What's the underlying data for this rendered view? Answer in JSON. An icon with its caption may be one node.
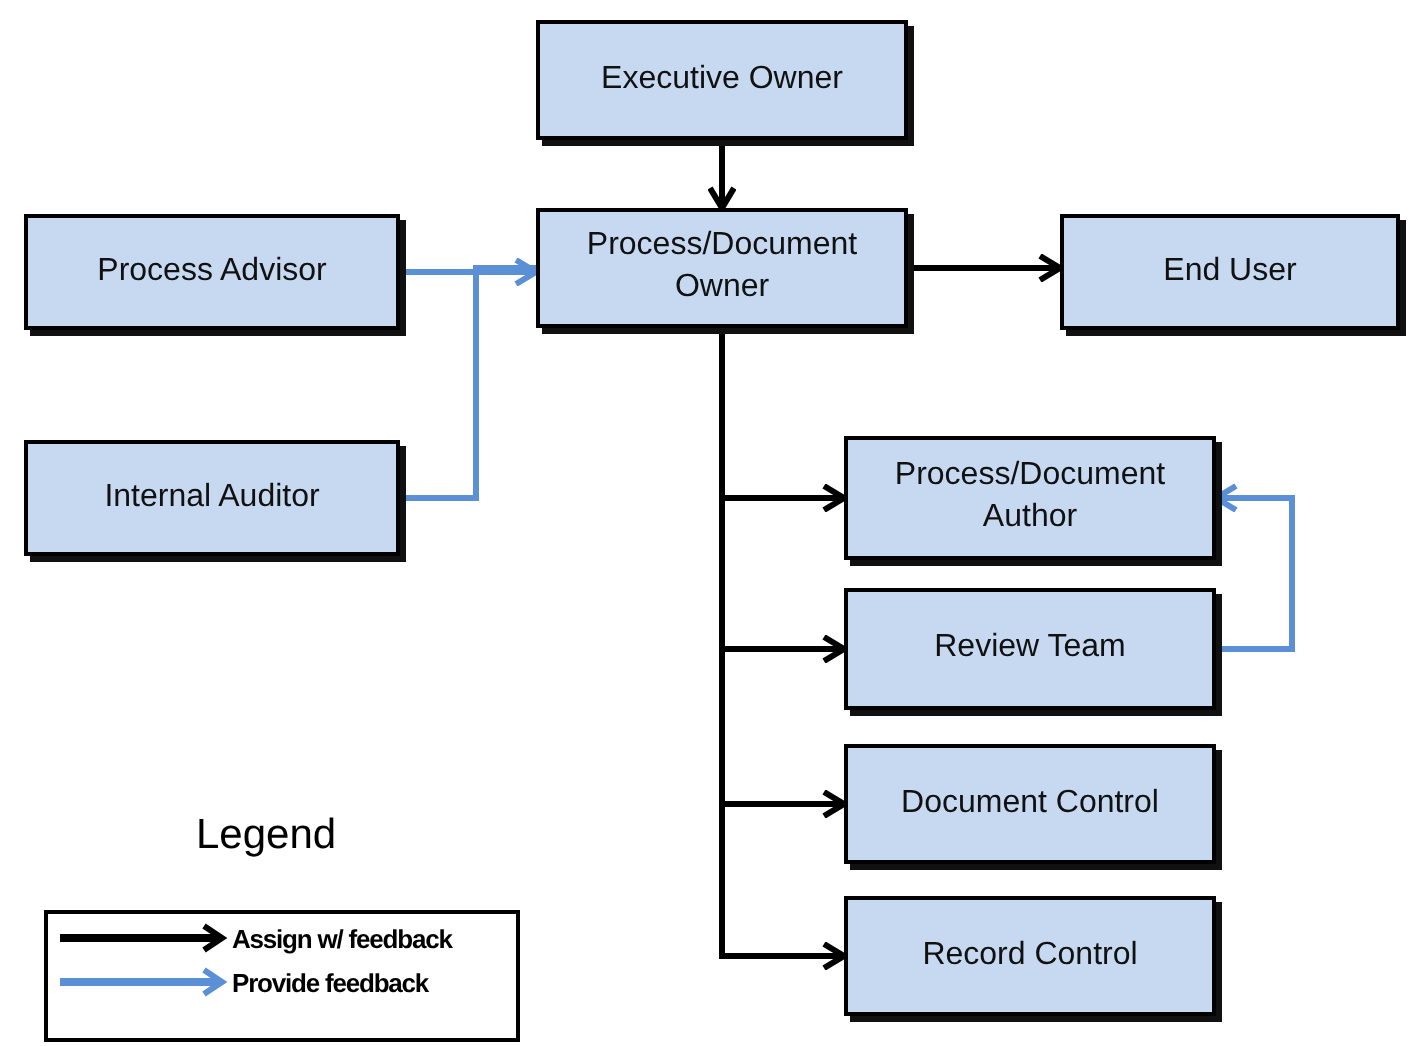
{
  "diagram": {
    "nodes": [
      {
        "text": [
          "Executive Owner"
        ]
      },
      {
        "text": [
          "Process Advisor"
        ]
      },
      {
        "text": [
          "Process/Document Owner"
        ]
      },
      {
        "text": [
          "End User"
        ]
      },
      {
        "text": [
          "Internal Auditor"
        ]
      },
      {
        "text": [
          "Process/Document Author"
        ]
      },
      {
        "text": [
          "Review Team"
        ]
      },
      {
        "text": [
          "Document Control"
        ]
      },
      {
        "text": [
          "Record Control"
        ]
      }
    ],
    "edges": [
      {
        "from": 0,
        "to": 2,
        "arrow": "to"
      },
      {
        "from": 1,
        "to": 2,
        "arrow": "to",
        "color": "#5b8fd6"
      },
      {
        "from": 4,
        "to": 2,
        "arrow": "to",
        "color": "#5b8fd6"
      },
      {
        "from": 2,
        "to": 3,
        "arrow": "to"
      },
      {
        "from": 2,
        "to": 5,
        "arrow": "to"
      },
      {
        "from": 2,
        "to": 6,
        "arrow": "to"
      },
      {
        "from": 2,
        "to": 7,
        "arrow": "to"
      },
      {
        "from": 2,
        "to": 8,
        "arrow": "to"
      },
      {
        "from": 6,
        "to": 5,
        "arrow": "to",
        "color": "#5b8fd6"
      }
    ],
    "labels": [
      "Legend"
    ],
    "legend": [
      {
        "text": "Assign w/ feedback"
      },
      {
        "text": "Provide feedback"
      }
    ]
  }
}
